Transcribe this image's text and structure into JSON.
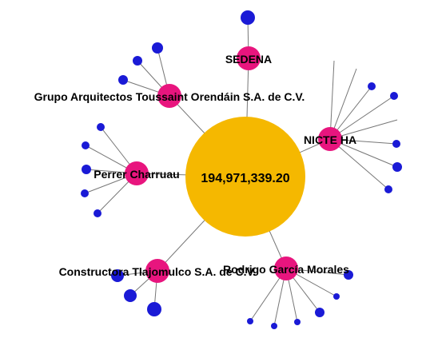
{
  "graph": {
    "center": {
      "label": "194,971,339.20",
      "color": "#f5b800"
    },
    "colors": {
      "hub": "#e8157e",
      "leaf": "#1a1ad6",
      "edge": "#777777",
      "center": "#f5b800"
    },
    "hubs": [
      {
        "id": "sedena",
        "label": "SEDENA"
      },
      {
        "id": "grupo-arquitectos",
        "label": "Grupo Arquitectos Toussaint Orendáin S.A. de C.V."
      },
      {
        "id": "nicte-ha",
        "label": "NICTE HA"
      },
      {
        "id": "perrer-charruau",
        "label": "Perrer Charruau"
      },
      {
        "id": "constructora-tlajomulco",
        "label": "Constructora Tlajomulco S.A. de C.V."
      },
      {
        "id": "rodrigo-garcia",
        "label": "Rodrigo García Morales"
      }
    ]
  }
}
